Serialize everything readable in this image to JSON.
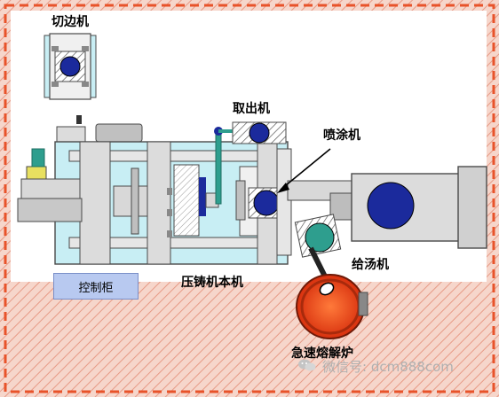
{
  "labels": {
    "trimming_machine": "切边机",
    "extractor": "取出机",
    "spray_machine": "喷涂机",
    "control_cabinet": "控制柜",
    "main_machine": "压铸机本机",
    "ladle_machine": "给汤机",
    "melting_furnace": "急速熔解炉"
  },
  "watermark": {
    "text": "微信号: dcm888com",
    "icon": "wechat-icon"
  },
  "colors": {
    "border_stripe": "#e8532a",
    "hatch_bg": "#f4cfc2",
    "machine_body": "#c8eef4",
    "machine_outline": "#4a4a4a",
    "gray_block": "#b0b0b0",
    "blue_disc": "#1b2a9c",
    "green_part": "#2e9e8e",
    "furnace_red": "#e8401a",
    "furnace_dark": "#6e1a08"
  }
}
